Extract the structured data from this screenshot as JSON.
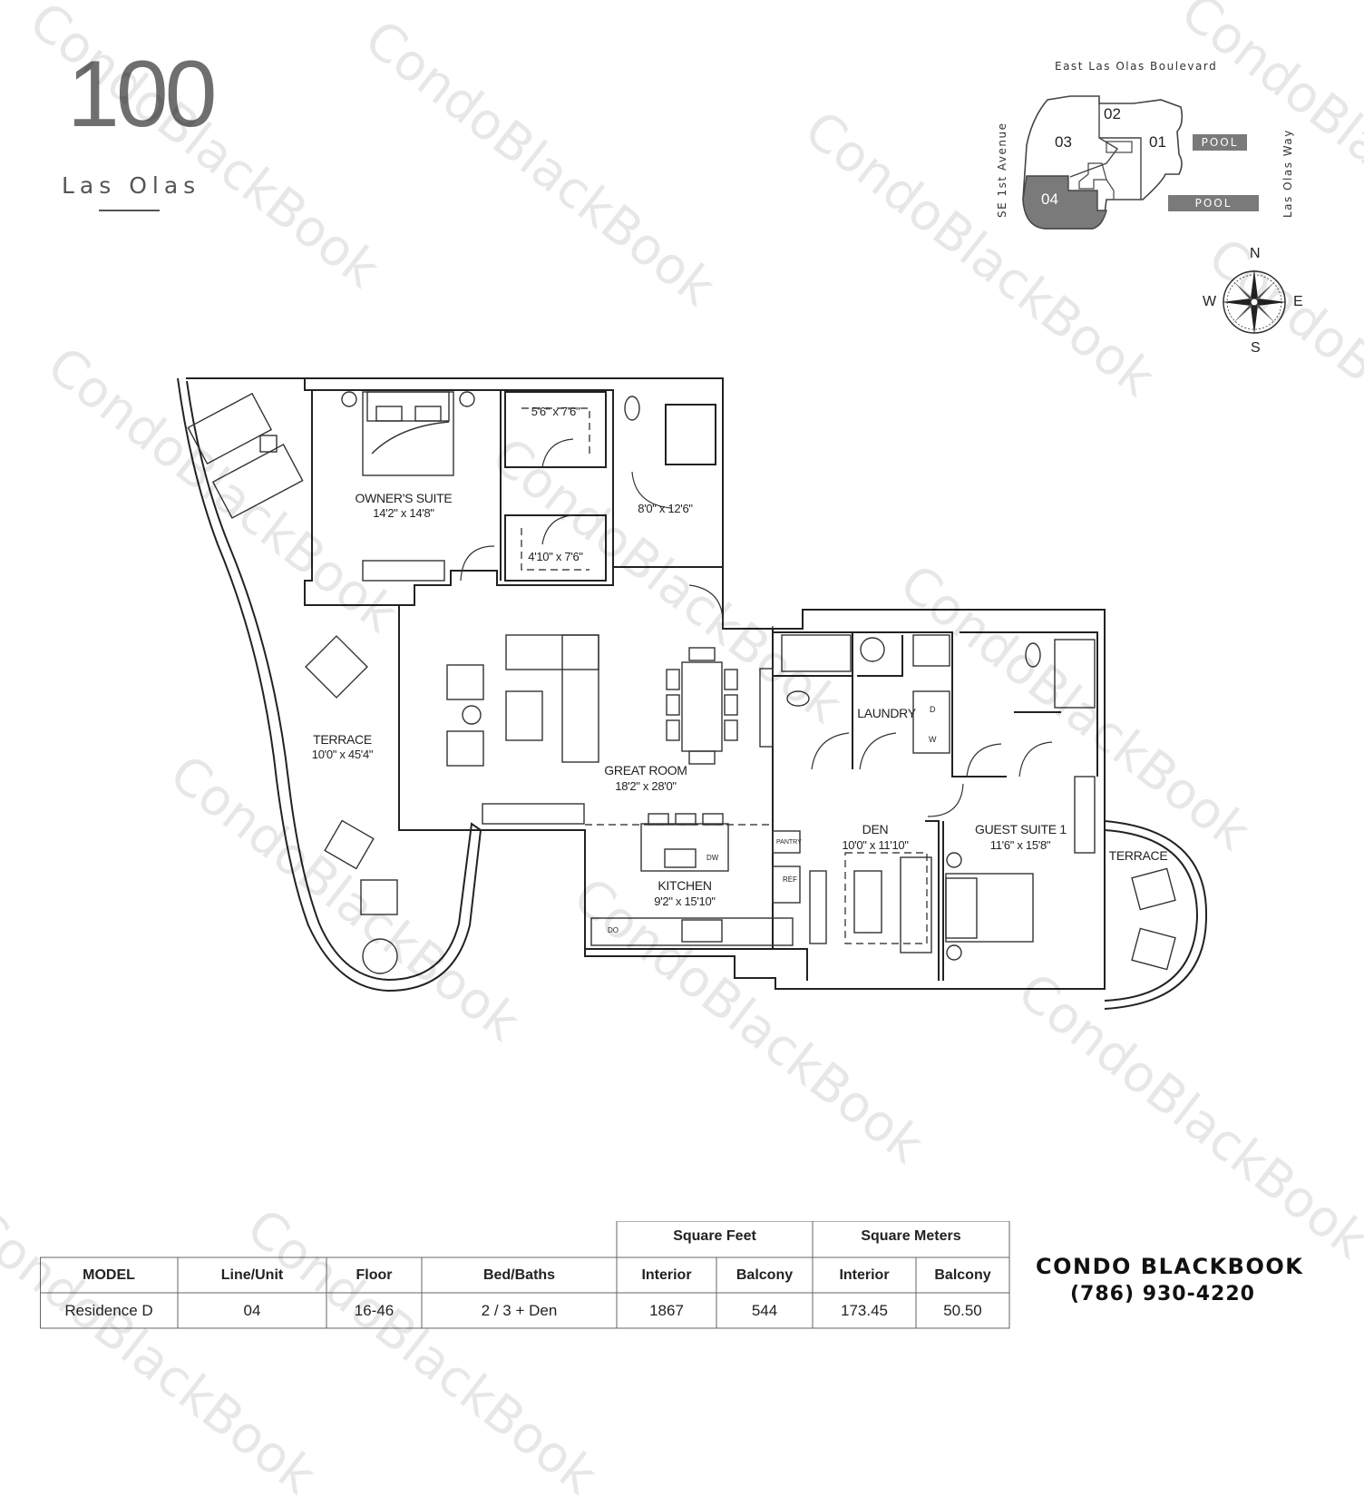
{
  "brand": {
    "number": "100",
    "name": "Las Olas"
  },
  "site_key": {
    "street_north": "East Las Olas Boulevard",
    "street_west": "SE 1st Avenue",
    "street_east": "Las Olas Way",
    "units": [
      "01",
      "02",
      "03",
      "04"
    ],
    "highlighted_unit": "04",
    "pool_label": "POOL",
    "highlight_color": "#7a7a7a"
  },
  "compass": {
    "n": "N",
    "e": "E",
    "s": "S",
    "w": "W"
  },
  "rooms": {
    "owners_suite": {
      "name": "OWNER'S SUITE",
      "size": "14'2\" x 14'8\""
    },
    "closet_1": {
      "size": "5'6\" x 7'6\""
    },
    "closet_2": {
      "size": "4'10\" x 7'6\""
    },
    "owner_bath": {
      "size": "8'0\" x 12'6\""
    },
    "terrace_main": {
      "name": "TERRACE",
      "size": "10'0\" x 45'4\""
    },
    "great_room": {
      "name": "GREAT ROOM",
      "size": "18'2\" x 28'0\""
    },
    "kitchen": {
      "name": "KITCHEN",
      "size": "9'2\" x 15'10\""
    },
    "laundry": {
      "name": "LAUNDRY"
    },
    "den": {
      "name": "DEN",
      "size": "10'0\" x 11'10\""
    },
    "guest_suite": {
      "name": "GUEST SUITE 1",
      "size": "11'6\" x 15'8\""
    },
    "terrace_small": {
      "name": "TERRACE"
    },
    "fixtures": {
      "pantry": "PANTRY",
      "ref": "REF",
      "dw": "DW",
      "do": "DO",
      "dryer": "D",
      "washer": "W"
    }
  },
  "table": {
    "group_headers": [
      "Square Feet",
      "Square Meters"
    ],
    "columns": [
      "MODEL",
      "Line/Unit",
      "Floor",
      "Bed/Baths",
      "Interior",
      "Balcony",
      "Interior",
      "Balcony"
    ],
    "row": [
      "Residence D",
      "04",
      "16-46",
      "2 / 3 + Den",
      "1867",
      "544",
      "173.45",
      "50.50"
    ]
  },
  "contact": {
    "name_bold": "CONDO",
    "name_rest": "BLACKBOOK",
    "phone": "(786) 930-4220"
  },
  "watermark": "CondoBlackBook"
}
